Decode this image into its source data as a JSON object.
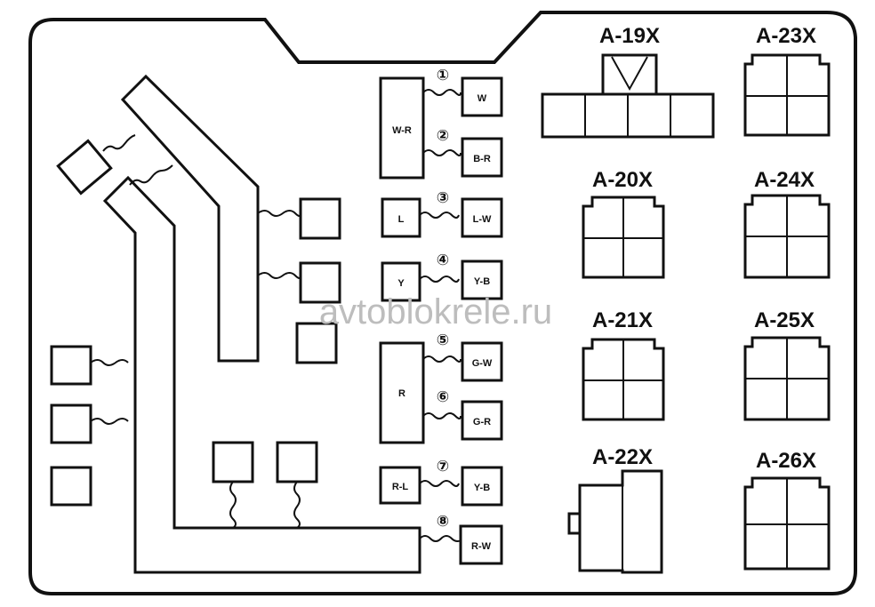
{
  "watermark": "avtoblokrele.ru",
  "fuses": [
    {
      "number": "①",
      "wire": "W"
    },
    {
      "number": "②",
      "wire": "B-R"
    },
    {
      "number": "③",
      "wire": "L-W"
    },
    {
      "number": "④",
      "wire": "Y-B"
    },
    {
      "number": "⑤",
      "wire": "G-W"
    },
    {
      "number": "⑥",
      "wire": "G-R"
    },
    {
      "number": "⑦",
      "wire": "Y-B"
    },
    {
      "number": "⑧",
      "wire": "R-W"
    }
  ],
  "source_wires": [
    "W-R",
    "L",
    "Y",
    "R",
    "R-L"
  ],
  "connectors": [
    "A-19X",
    "A-20X",
    "A-21X",
    "A-22X",
    "A-23X",
    "A-24X",
    "A-25X",
    "A-26X"
  ]
}
